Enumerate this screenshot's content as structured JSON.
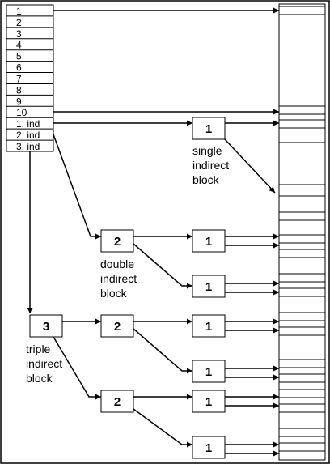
{
  "inode": {
    "slots": [
      "1",
      "2",
      "3",
      "4",
      "5",
      "6",
      "7",
      "8",
      "9",
      "10",
      "1. ind",
      "2. ind",
      "3. ind"
    ]
  },
  "blocks": {
    "single": "1",
    "double": "2",
    "double_children": [
      "1",
      "1"
    ],
    "triple": "3",
    "triple_level2": [
      "2",
      "2"
    ],
    "triple_level3": [
      "1",
      "1",
      "1",
      "1"
    ]
  },
  "captions": {
    "single": [
      "single",
      "indirect",
      "block"
    ],
    "double": [
      "double",
      "indirect",
      "block"
    ],
    "triple": [
      "triple",
      "indirect",
      "block"
    ]
  },
  "colors": {
    "ink": "#000000",
    "paper": "#ffffff"
  }
}
